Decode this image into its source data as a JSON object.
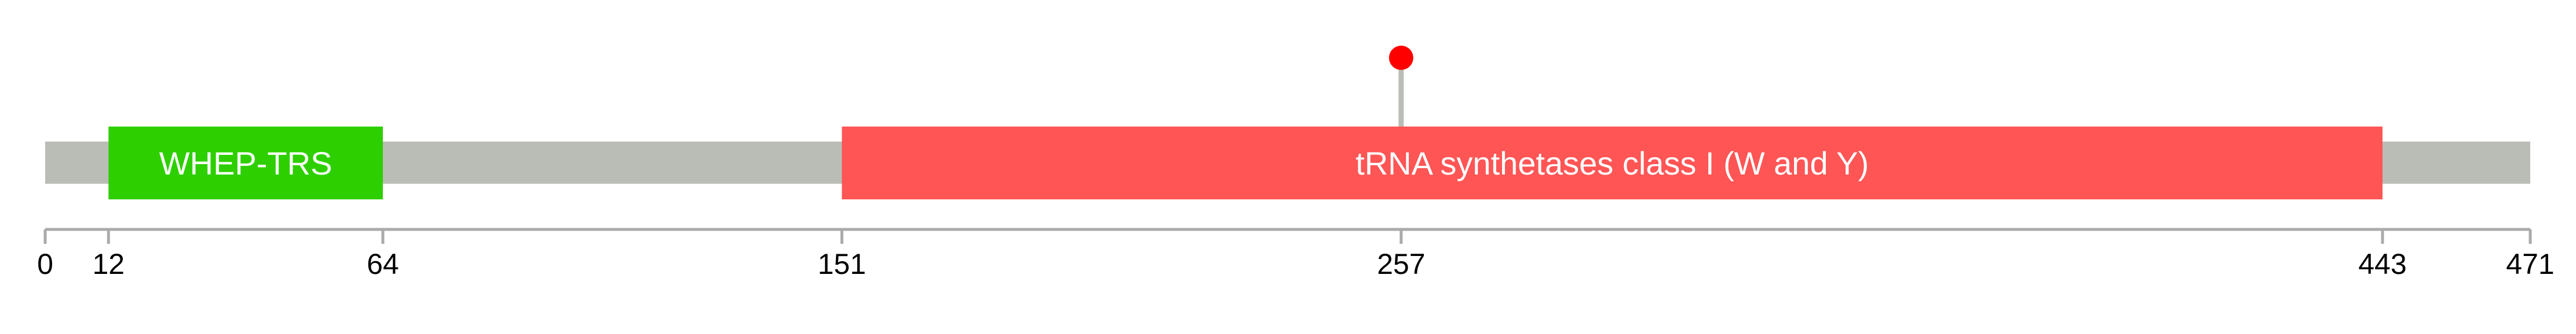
{
  "chart_data": {
    "type": "protein-domain-map",
    "length": 471,
    "backbone_color": "#babdb6",
    "domains": [
      {
        "name": "WHEP-TRS",
        "start": 12,
        "end": 64,
        "color": "#2ecf00"
      },
      {
        "name": "tRNA synthetases class I (W and Y)",
        "start": 151,
        "end": 443,
        "color": "#ff5555"
      }
    ],
    "mutations": [
      {
        "position": 257,
        "color": "#ff0000"
      }
    ],
    "axis_ticks": [
      "0",
      "12",
      "64",
      "151",
      "257",
      "443",
      "471"
    ],
    "axis_color": "#aaaaaa"
  }
}
